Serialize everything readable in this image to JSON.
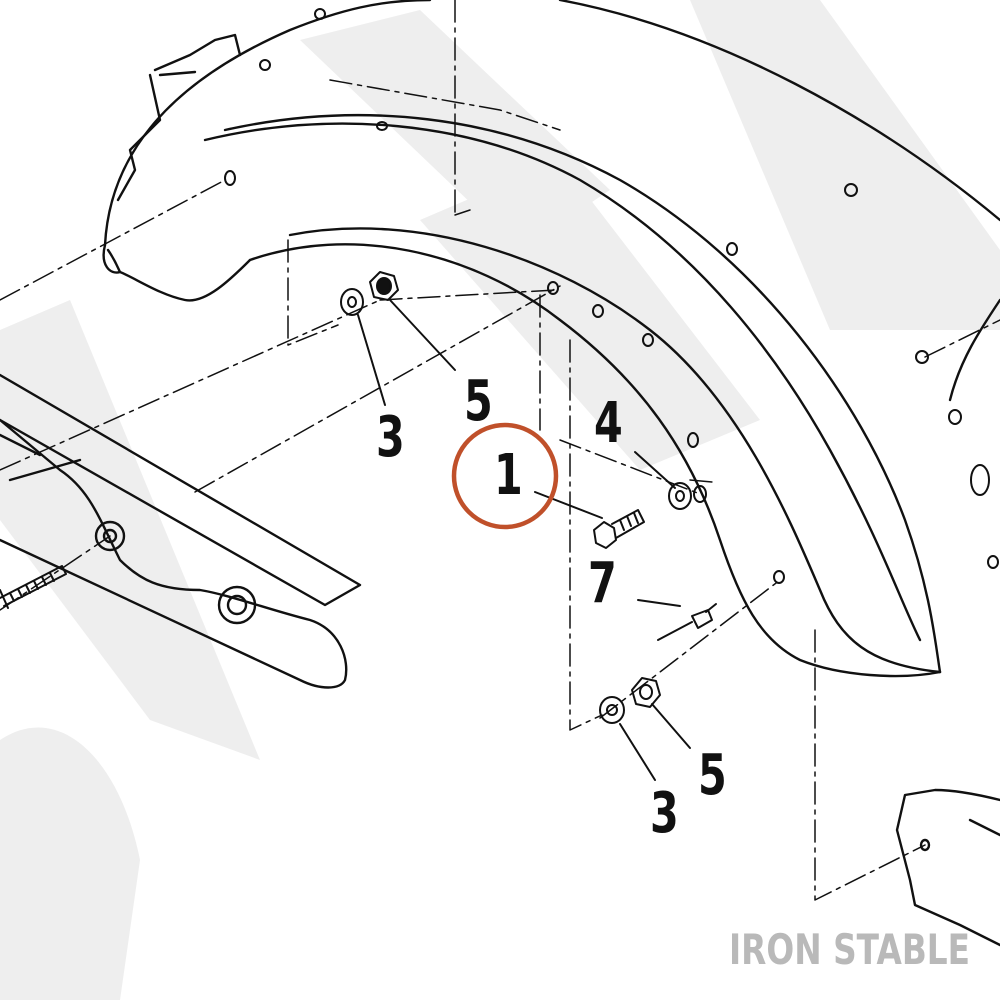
{
  "callouts": {
    "c1": "1",
    "c3a": "3",
    "c3b": "3",
    "c4": "4",
    "c5a": "5",
    "c5b": "5",
    "c7": "7"
  },
  "highlight": {
    "target": "1",
    "color": "#c0502a"
  },
  "brand": {
    "text": "IRON STABLE",
    "color": "#b9b9b9"
  },
  "colors": {
    "line": "#111111",
    "watermark": "#ececec"
  }
}
